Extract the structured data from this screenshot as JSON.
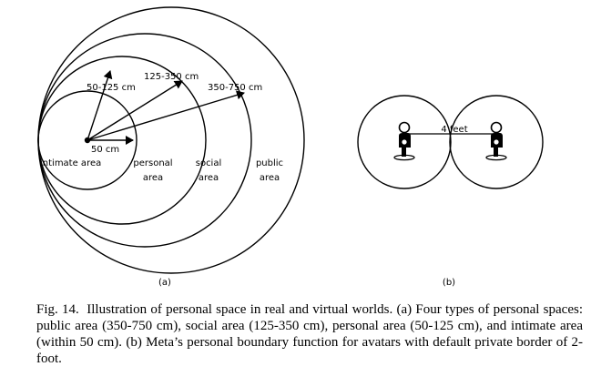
{
  "panel_a": {
    "ranges": {
      "intimate": "50 cm",
      "personal": "50-125 cm",
      "social": "125-350 cm",
      "public": "350-750 cm"
    },
    "areas": {
      "intimate": "intimate area",
      "personal_1": "personal",
      "personal_2": "area",
      "social_1": "social",
      "social_2": "area",
      "public_1": "public",
      "public_2": "area"
    },
    "label": "(a)"
  },
  "panel_b": {
    "distance": "4 feet",
    "label": "(b)"
  },
  "caption": {
    "prefix": "Fig. 14.",
    "text": "Illustration of personal space in real and virtual worlds. (a) Four types of personal spaces: public area (350-750 cm), social area (125-350 cm), personal area (50-125 cm), and intimate area (within 50 cm). (b) Meta’s personal boundary function for avatars with default private border of 2-foot."
  }
}
